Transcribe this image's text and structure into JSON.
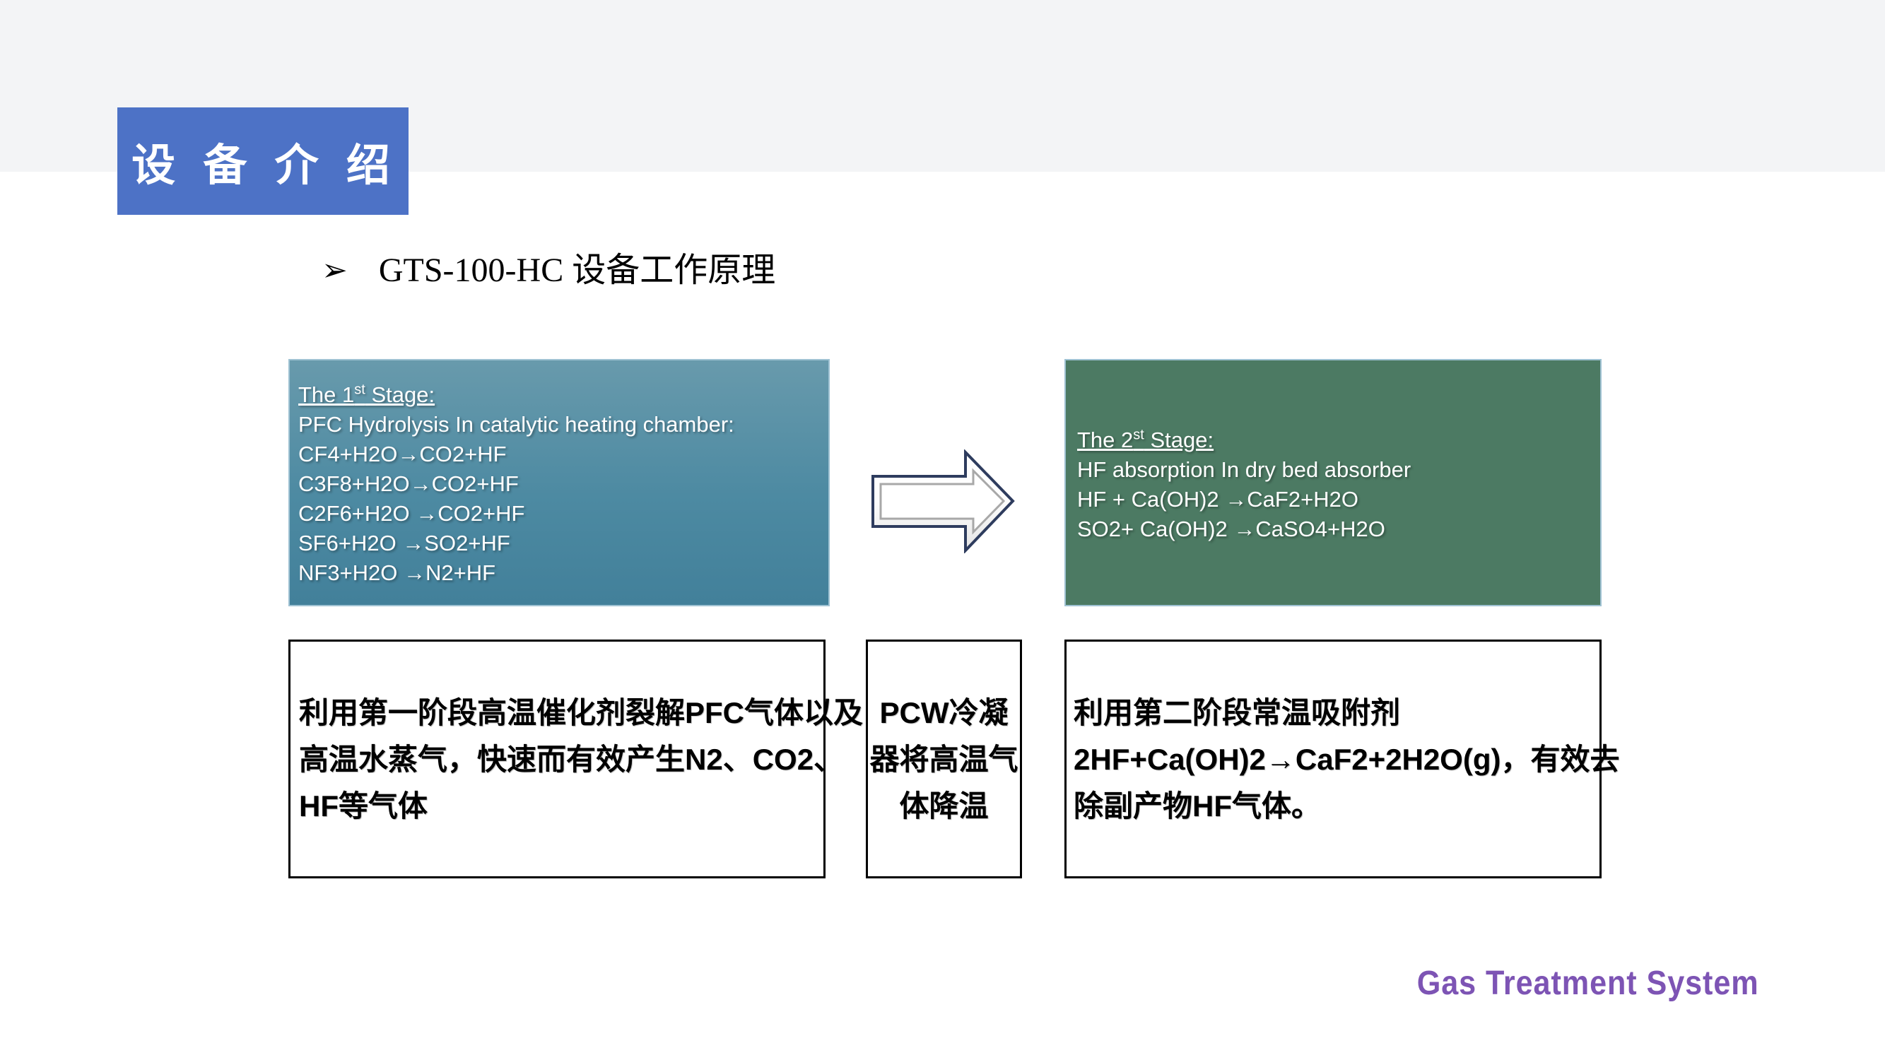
{
  "colors": {
    "top_band": "#f3f4f6",
    "title_box_bg": "#4d72c6",
    "stage1_bg_top": "#689aac",
    "stage1_bg_bottom": "#42809a",
    "stage2_bg": "#4c7a63",
    "stage_border": "#9fc2d3",
    "note_border": "#000000",
    "logo_purple": "#7d54b4"
  },
  "title_box": {
    "label": "设 备 介 绍"
  },
  "heading": {
    "bullet": "➢",
    "text": "GTS-100-HC 设备工作原理"
  },
  "stage1": {
    "title": {
      "pre": "The 1",
      "sup": "st",
      "post": " Stage:"
    },
    "lines": [
      "PFC Hydrolysis In catalytic heating chamber:",
      "CF4+H2O→CO2+HF",
      "C3F8+H2O→CO2+HF",
      "C2F6+H2O →CO2+HF",
      "SF6+H2O →SO2+HF",
      "NF3+H2O →N2+HF"
    ]
  },
  "stage2": {
    "title": {
      "pre": "The 2",
      "sup": "st",
      "post": " Stage:"
    },
    "lines": [
      "HF absorption In dry bed absorber",
      "HF + Ca(OH)2 →CaF2+H2O",
      "SO2+ Ca(OH)2 →CaSO4+H2O"
    ]
  },
  "notes": {
    "box1": {
      "lines": [
        "利用第一阶段高温催化剂裂解PFC气体以及",
        "高温水蒸气，快速而有效产生N2、CO2、",
        "HF等气体"
      ]
    },
    "box2": {
      "lines": [
        "PCW冷凝",
        "器将高温气",
        "体降温"
      ]
    },
    "box3": {
      "lines": [
        "利用第二阶段常温吸附剂",
        "2HF+Ca(OH)2→CaF2+2H2O(g)，有效去",
        "除副产物HF气体。"
      ]
    }
  },
  "footer": {
    "logo": "Gas Treatment System"
  }
}
